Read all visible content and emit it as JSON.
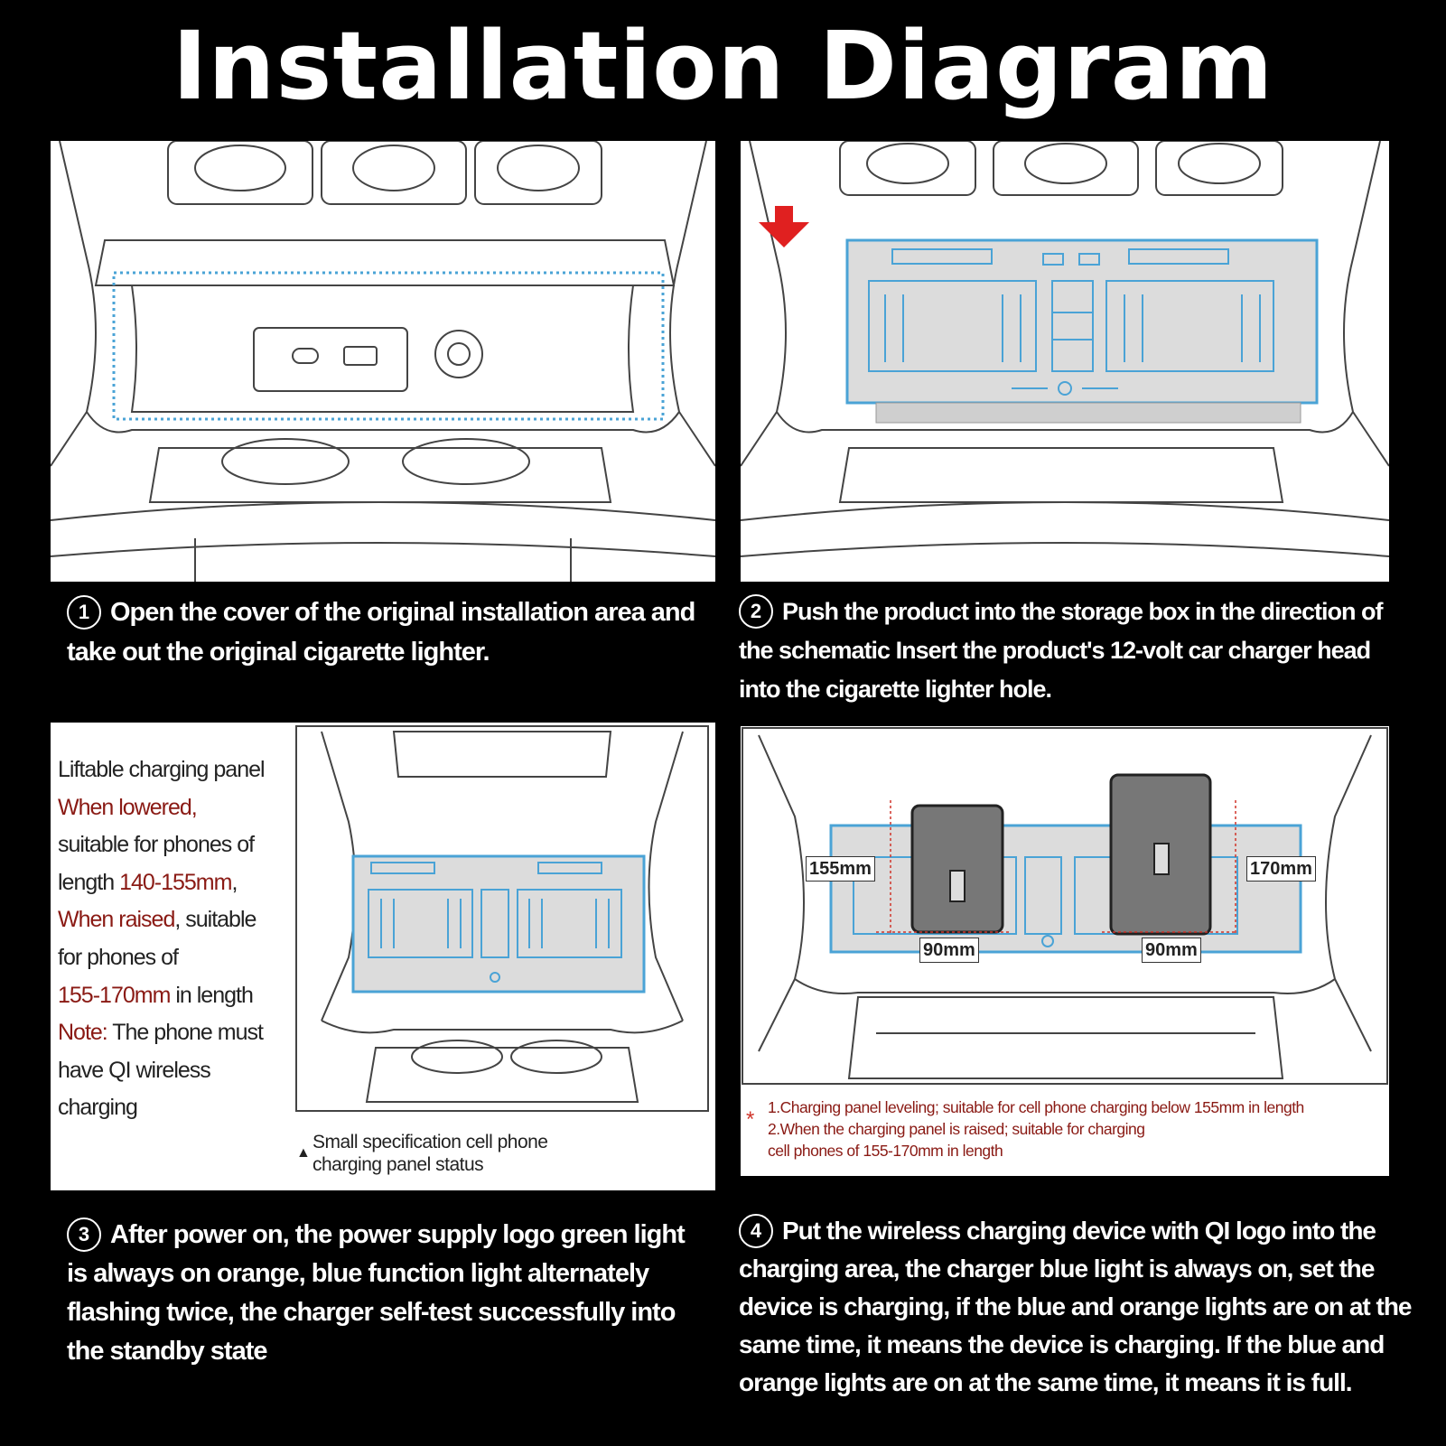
{
  "title": "Installation Diagram",
  "steps": [
    {
      "num": "1",
      "text": "Open the cover of the original installation area and take out the original cigarette lighter."
    },
    {
      "num": "2",
      "text": "Push the product into the storage box in the direction of the schematic Insert the product's 12-volt car charger head into the cigarette lighter hole."
    },
    {
      "num": "3",
      "text": "After power on, the power supply logo green light is always on orange, blue function light alternately flashing twice, the charger self-test successfully into the standby state"
    },
    {
      "num": "4",
      "text": "Put the wireless charging device with QI logo into the charging area, the charger blue light is always on, set the device is charging, if the blue and orange lights are on at the same time, it means the device is charging. If the blue and orange lights are on at the same time, it means it is full."
    }
  ],
  "panel3": {
    "side_text": {
      "l1": "Liftable charging panel",
      "l2": "When lowered,",
      "l3": "suitable for phones of",
      "l4a": "length ",
      "l4b": "140-155mm",
      "l4c": ",",
      "l5a": "When raised",
      "l5b": ", suitable",
      "l6": "for phones of",
      "l7a": "155-170mm",
      "l7b": " in length",
      "l8a": "Note:",
      "l8b": " The phone must",
      "l9": "have QI wireless",
      "l10": "charging"
    },
    "caption_l1": "Small specification cell phone",
    "caption_l2": "charging panel status"
  },
  "panel4": {
    "labels": {
      "left_height": "155mm",
      "right_height": "170mm",
      "left_width": "90mm",
      "right_width": "90mm"
    },
    "notes": {
      "l1": "1.Charging panel leveling; suitable for cell phone charging below 155mm in length",
      "l2": "2.When the charging panel is raised; suitable for charging",
      "l3": "cell phones of 155-170mm in length"
    }
  },
  "colors": {
    "accent": "#4aa3d6",
    "arrow": "#e02020",
    "note_red": "#8a1a14",
    "background": "#000000"
  }
}
